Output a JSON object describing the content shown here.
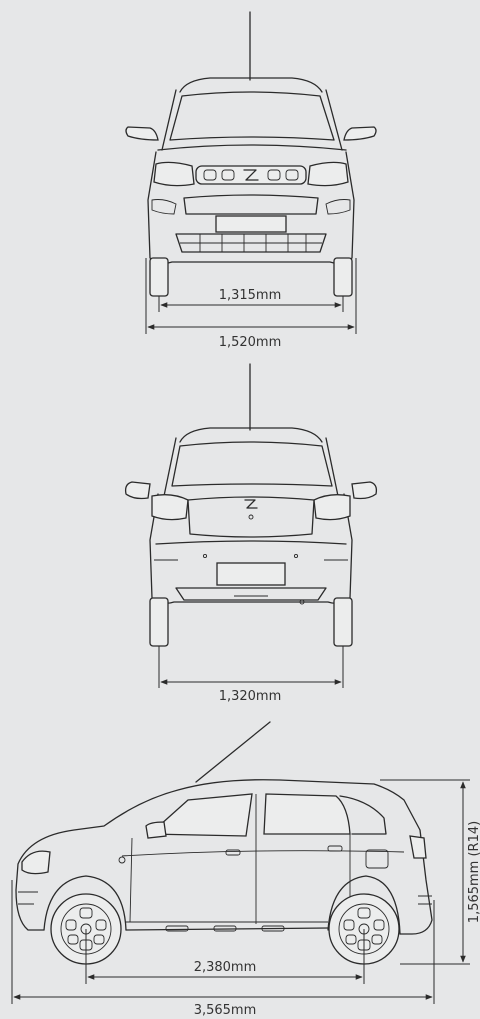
{
  "dimensions": {
    "front_track": "1,315mm",
    "overall_width": "1,520mm",
    "rear_track": "1,320mm",
    "wheelbase": "2,380mm",
    "overall_length": "3,565mm",
    "overall_height": "1,565mm (R14)"
  },
  "colors": {
    "background": "#e6e7e8",
    "line": "#2b2b2b"
  }
}
